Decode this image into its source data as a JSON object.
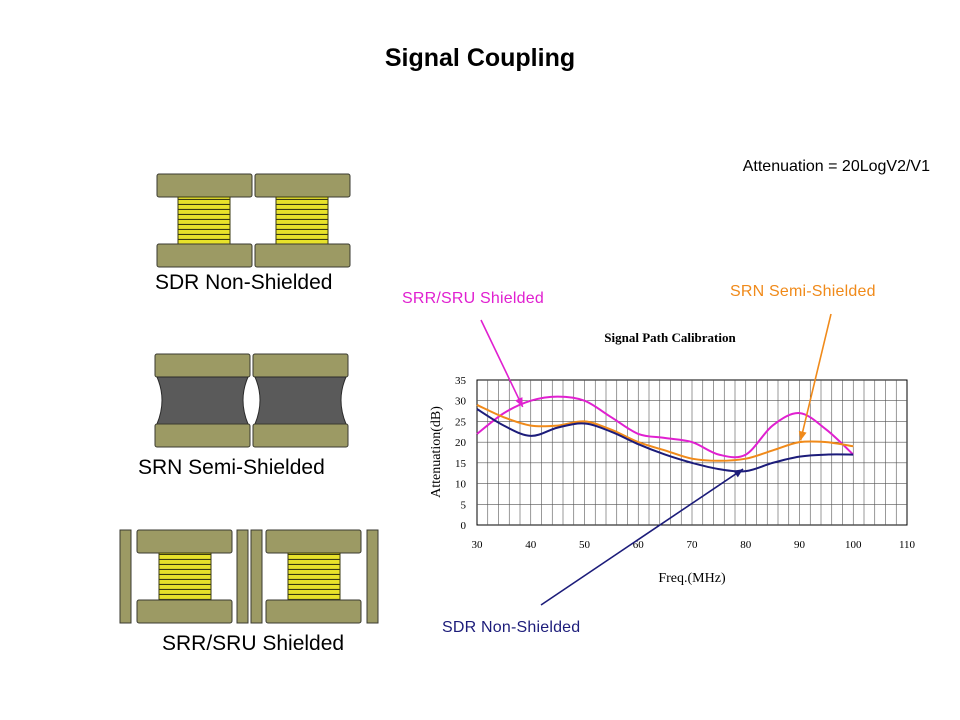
{
  "slide": {
    "title": "Signal Coupling",
    "formula": "Attenuation = 20LogV2/V1"
  },
  "inductors": [
    {
      "label": "SDR Non-Shielded"
    },
    {
      "label": "SRN Semi-Shielded"
    },
    {
      "label": "SRR/SRU Shielded"
    }
  ],
  "callouts": {
    "srr": "SRR/SRU Shielded",
    "srn": "SRN Semi-Shielded",
    "sdr": "SDR Non-Shielded"
  },
  "colors": {
    "core": "#9c9a64",
    "semi_core": "#5a5a5a",
    "winding": "#e8e22a",
    "srr": "#e020d0",
    "srn": "#f08a1a",
    "sdr": "#1c1c7a"
  },
  "chart_data": {
    "type": "line",
    "title": "Signal Path Calibration",
    "xlabel": "Freq.(MHz)",
    "ylabel": "Attenuation(dB)",
    "xlim": [
      30,
      110
    ],
    "ylim": [
      0,
      35
    ],
    "xticks": [
      30,
      40,
      50,
      60,
      70,
      80,
      90,
      100,
      110
    ],
    "yticks": [
      0,
      5,
      10,
      15,
      20,
      25,
      30,
      35
    ],
    "grid": true,
    "series": [
      {
        "name": "SRR/SRU Shielded",
        "color": "#e020d0",
        "x": [
          30,
          35,
          40,
          45,
          50,
          55,
          60,
          65,
          70,
          75,
          80,
          85,
          90,
          95,
          100
        ],
        "y": [
          22,
          27,
          30,
          31,
          30,
          26,
          22,
          21,
          20,
          17,
          17,
          24,
          27,
          23,
          17
        ]
      },
      {
        "name": "SRN Semi-Shielded",
        "color": "#f08a1a",
        "x": [
          30,
          35,
          40,
          45,
          50,
          55,
          60,
          65,
          70,
          75,
          80,
          85,
          90,
          95,
          100
        ],
        "y": [
          29,
          26,
          24,
          24,
          25,
          23,
          20,
          18,
          16,
          15.5,
          16,
          18,
          20,
          20,
          19
        ]
      },
      {
        "name": "SDR Non-Shielded",
        "color": "#1c1c7a",
        "x": [
          30,
          35,
          40,
          45,
          50,
          55,
          60,
          65,
          70,
          75,
          80,
          85,
          90,
          95,
          100
        ],
        "y": [
          28,
          24,
          21.5,
          23.5,
          24.5,
          22.5,
          19.5,
          17,
          15,
          13.5,
          13,
          15,
          16.5,
          17,
          17
        ]
      }
    ]
  }
}
